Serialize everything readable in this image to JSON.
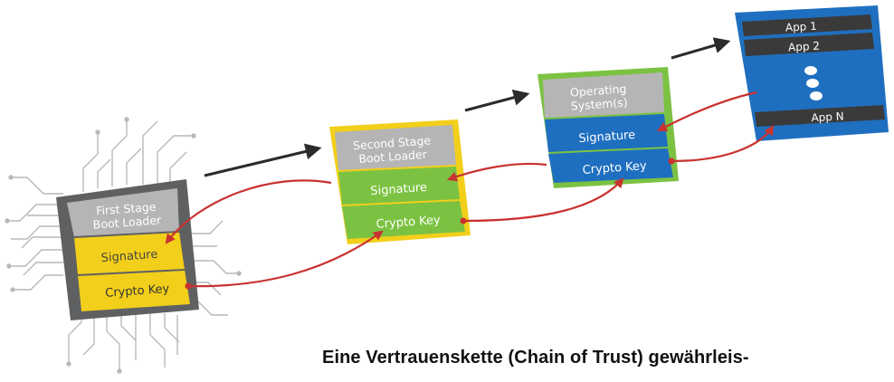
{
  "stages": {
    "first": {
      "title_line1": "First Stage",
      "title_line2": "Boot Loader",
      "signature": "Signature",
      "crypto_key": "Crypto Key"
    },
    "second": {
      "title_line1": "Second Stage",
      "title_line2": "Boot Loader",
      "signature": "Signature",
      "crypto_key": "Crypto Key"
    },
    "os": {
      "title_line1": "Operating",
      "title_line2": "System(s)",
      "signature": "Signature",
      "crypto_key": "Crypto Key"
    },
    "apps": {
      "app1": "App 1",
      "app2": "App 2",
      "appN": "App N"
    }
  },
  "caption": "Eine Vertrauenskette (Chain of Trust) gewährleis-",
  "colors": {
    "yellow": "#f2cf1a",
    "green": "#7cc242",
    "blue": "#1f6fc0",
    "gray_header": "#b5b5b5",
    "chip": "#5f6062",
    "arrow_red": "#c8322f",
    "arrow_black": "#2b2b2b"
  }
}
